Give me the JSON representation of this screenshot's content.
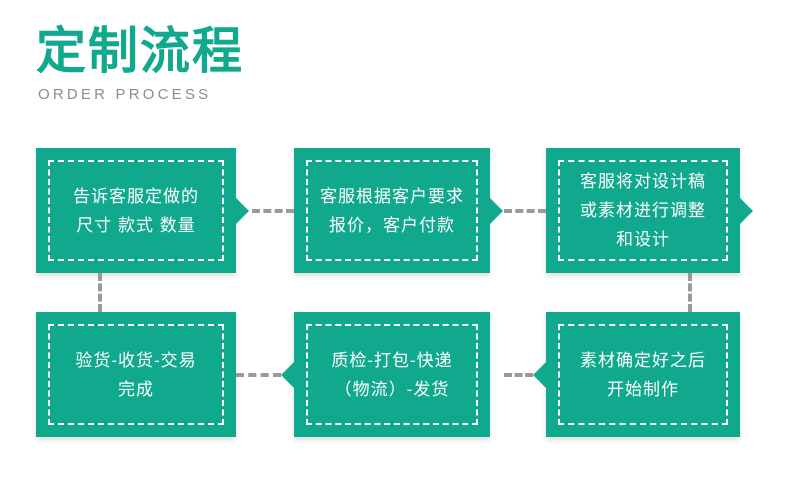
{
  "header": {
    "title": "定制流程",
    "subtitle": "ORDER PROCESS",
    "title_color": "#10a98e",
    "subtitle_color": "#8d8d8d"
  },
  "theme": {
    "accent": "#10a98e",
    "background": "#ffffff",
    "connector": "#9a9a9a",
    "box_text": "#ffffff"
  },
  "flow": {
    "steps": [
      {
        "id": "step-1",
        "order": 1,
        "text": "告诉客服定做的\n尺寸 款式 数量",
        "row": 1,
        "column": 1,
        "arrow": "right"
      },
      {
        "id": "step-2",
        "order": 2,
        "text": "客服根据客户要求\n报价，客户付款",
        "row": 1,
        "column": 2,
        "arrow": "right"
      },
      {
        "id": "step-3",
        "order": 3,
        "text": "客服将对设计稿\n或素材进行调整\n和设计",
        "row": 1,
        "column": 3,
        "arrow": "right"
      },
      {
        "id": "step-4",
        "order": 6,
        "text": "验货-收货-交易\n完成",
        "row": 2,
        "column": 1,
        "arrow": "none"
      },
      {
        "id": "step-5",
        "order": 5,
        "text": "质检-打包-快递\n（物流）-发货",
        "row": 2,
        "column": 2,
        "arrow": "left"
      },
      {
        "id": "step-6",
        "order": 4,
        "text": "素材确定好之后\n开始制作",
        "row": 2,
        "column": 3,
        "arrow": "left"
      }
    ],
    "connectors": [
      {
        "id": "connector-1-2",
        "from": "step-1",
        "to": "step-2",
        "direction": "right"
      },
      {
        "id": "connector-2-3",
        "from": "step-2",
        "to": "step-3",
        "direction": "right"
      },
      {
        "id": "connector-3-6",
        "from": "step-3",
        "to": "step-6",
        "direction": "down"
      },
      {
        "id": "connector-6-5",
        "from": "step-6",
        "to": "step-5",
        "direction": "left"
      },
      {
        "id": "connector-5-4",
        "from": "step-5",
        "to": "step-4",
        "direction": "left"
      },
      {
        "id": "connector-4-1",
        "from": "step-4",
        "to": "step-1",
        "direction": "up"
      }
    ]
  }
}
